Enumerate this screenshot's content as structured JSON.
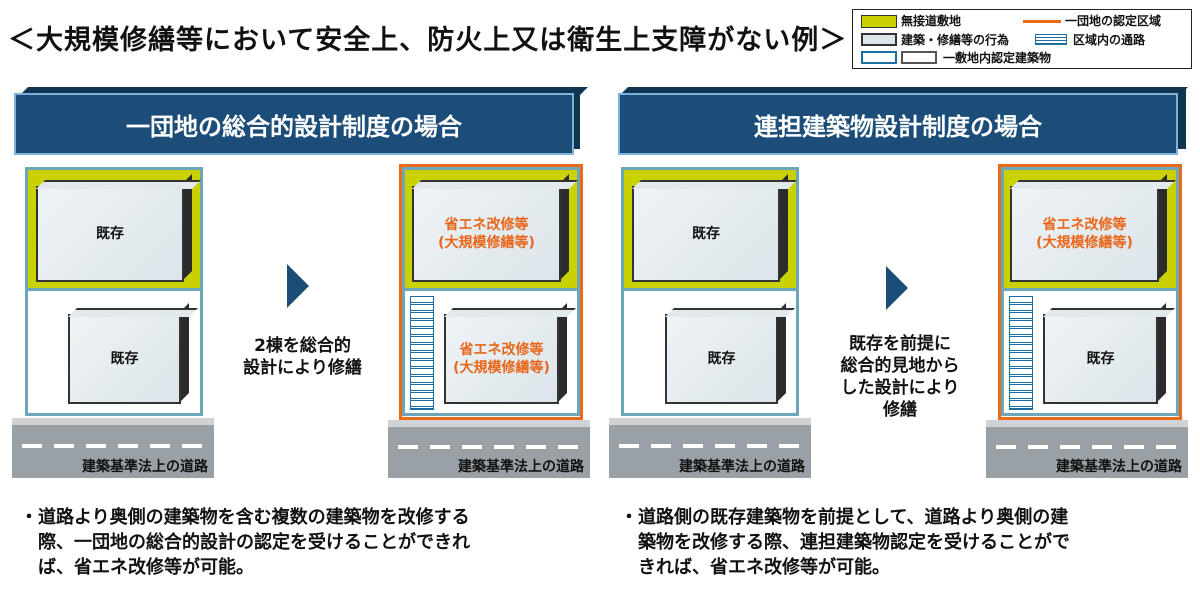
{
  "title": "＜大規模修繕等において安全上、防火上又は衛生上支障がない例＞",
  "legend": {
    "no_road_site": "無接道敷地",
    "certified_area": "一団地の認定区域",
    "building_act": "建築・修繕等の行為",
    "area_path": "区域内の通路",
    "certified_building": "一敷地内認定建築物",
    "colors": {
      "yellow": "#c9d200",
      "orange": "#ea6a16",
      "blue": "#1a6fa0"
    }
  },
  "left_panel": {
    "header": "一団地の総合的設計制度の場合",
    "before": {
      "top_building": "既存",
      "bottom_building": "既存",
      "road": "建築基準法上の道路"
    },
    "middle_text": [
      "2棟を総合的",
      "設計により修繕"
    ],
    "after": {
      "top_building": [
        "省エネ改修等",
        "(大規模修繕等)"
      ],
      "bottom_building": [
        "省エネ改修等",
        "(大規模修繕等)"
      ],
      "road": "建築基準法上の道路"
    },
    "note": [
      "・道路より奥側の建築物を含む複数の建築物を改修する",
      "際、一団地の総合的設計の認定を受けることができれ",
      "ば、省エネ改修等が可能。"
    ]
  },
  "right_panel": {
    "header": "連担建築物設計制度の場合",
    "before": {
      "top_building": "既存",
      "bottom_building": "既存",
      "road": "建築基準法上の道路"
    },
    "middle_text": [
      "既存を前提に",
      "総合的見地から",
      "した設計により",
      "修繕"
    ],
    "after": {
      "top_building": [
        "省エネ改修等",
        "(大規模修繕等)"
      ],
      "bottom_building": "既存",
      "road": "建築基準法上の道路"
    },
    "note": [
      "・道路側の既存建築物を前提として、道路より奥側の建",
      "築物を改修する際、連担建築物認定を受けることがで",
      "きれば、省エネ改修等が可能。"
    ]
  }
}
